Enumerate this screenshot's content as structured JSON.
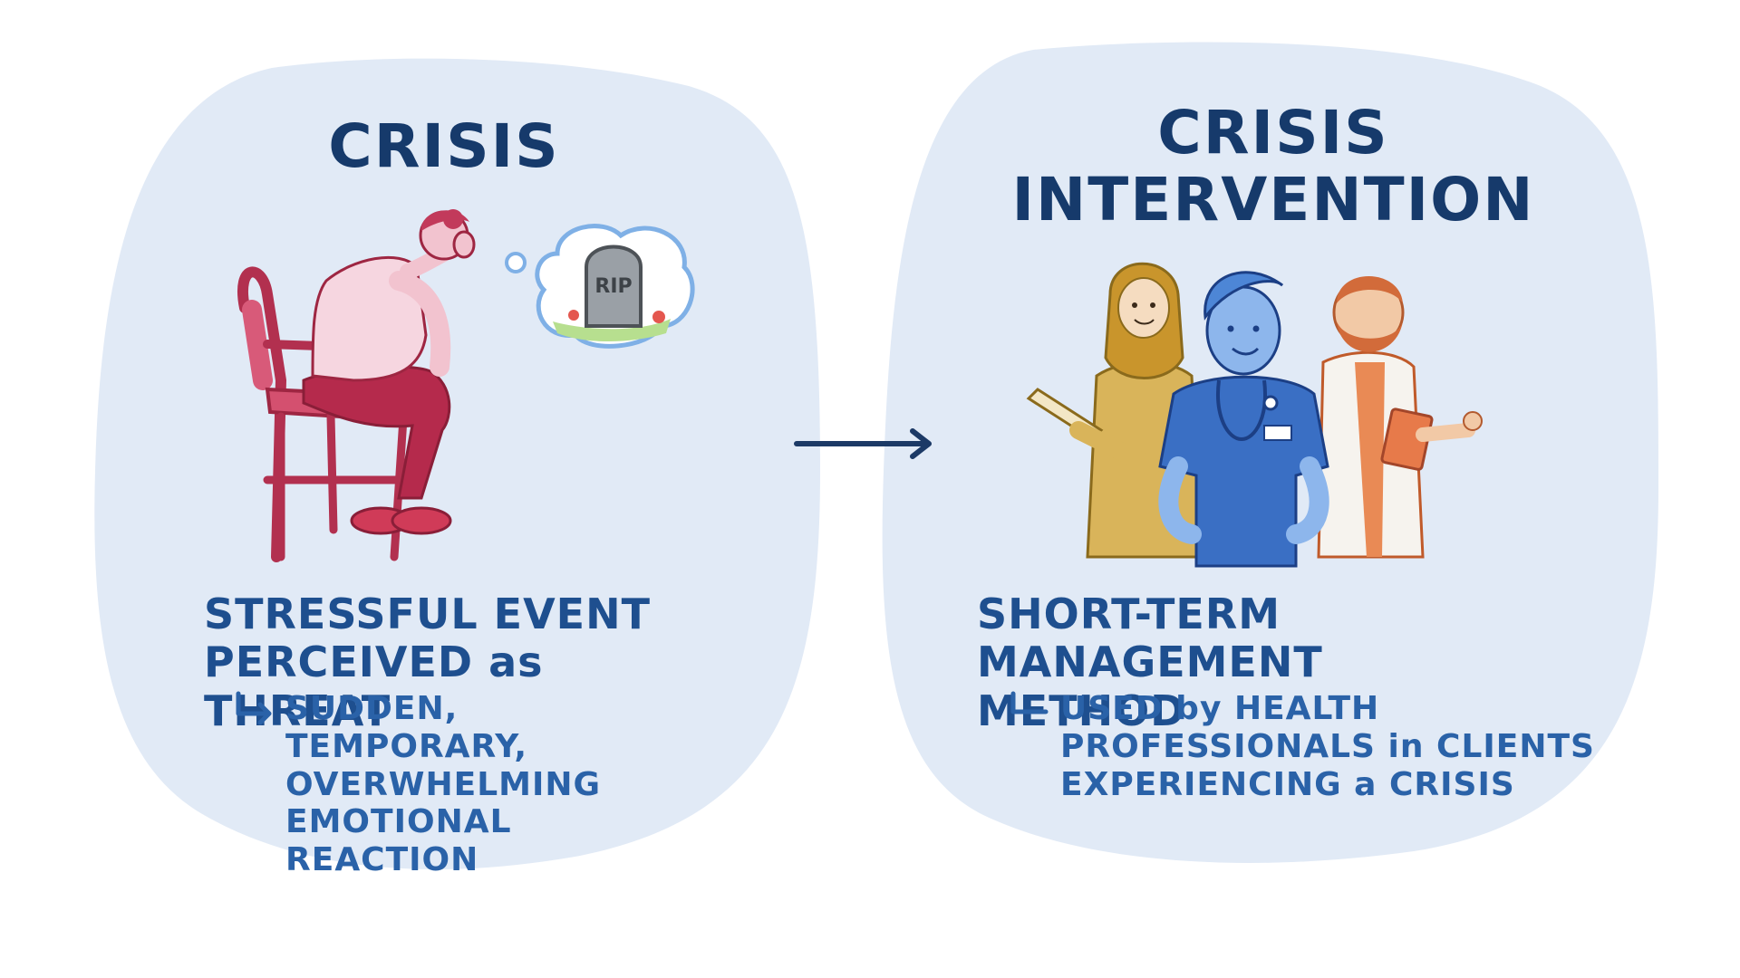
{
  "colors": {
    "panel_background": "#e1eaf6",
    "title": "#163a6b",
    "text_main": "#1e4f8f",
    "text_sub": "#2a62a8",
    "arrow": "#1c3a66",
    "chair": "#c33a5d",
    "shirt": "#f6d6e0",
    "pants": "#b52a4c",
    "scrubs": "#3a6fc4",
    "hijab": "#c9952c",
    "coat": "#f6f3ee",
    "beard": "#d26b3a"
  },
  "left_panel": {
    "title": "CRISIS",
    "illustration": "person-in-distress-on-chair",
    "thought_bubble_text": "RIP",
    "main_lines": [
      "STRESSFUL EVENT",
      "PERCEIVED as THREAT"
    ],
    "sub_lines": [
      "SUDDEN, TEMPORARY,",
      "OVERWHELMING",
      "EMOTIONAL REACTION"
    ]
  },
  "connector": {
    "icon": "right-arrow-icon"
  },
  "right_panel": {
    "title_lines": [
      "CRISIS",
      "INTERVENTION"
    ],
    "illustration": "three-health-professionals",
    "main_lines": [
      "SHORT-TERM",
      "MANAGEMENT METHOD"
    ],
    "sub_lines": [
      "USED by HEALTH",
      "PROFESSIONALS in CLIENTS",
      "EXPERIENCING a CRISIS"
    ]
  }
}
